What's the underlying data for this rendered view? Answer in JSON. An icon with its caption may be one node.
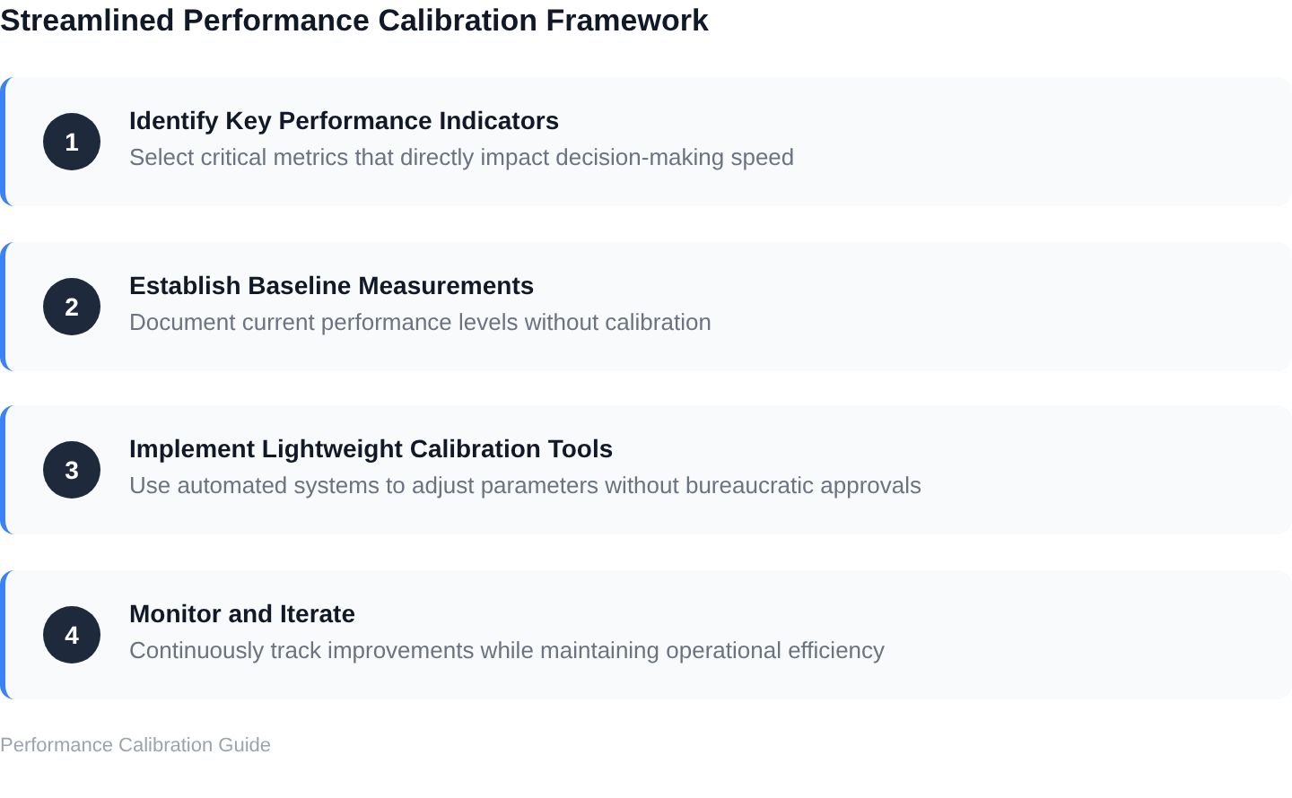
{
  "diagram": {
    "title": "Streamlined Performance Calibration Framework",
    "nodes": [
      {
        "text": [
          "Identify Key Performance Indicators",
          "Select critical metrics that directly impact decision-making speed"
        ]
      },
      {
        "text": [
          "1"
        ],
        "in": 0
      },
      {
        "text": [
          "Establish Baseline Measurements",
          "Document current performance levels without calibration"
        ]
      },
      {
        "text": [
          "2"
        ],
        "in": 2
      },
      {
        "text": [
          "Implement Lightweight Calibration Tools",
          "Use automated systems to adjust parameters without bureaucratic approvals"
        ]
      },
      {
        "text": [
          "3"
        ],
        "in": 4
      },
      {
        "text": [
          "Monitor and Iterate",
          "Continuously track improvements while maintaining operational efficiency"
        ]
      },
      {
        "text": [
          "4"
        ],
        "in": 6
      }
    ],
    "labels": [
      "Performance Calibration Guide"
    ]
  }
}
